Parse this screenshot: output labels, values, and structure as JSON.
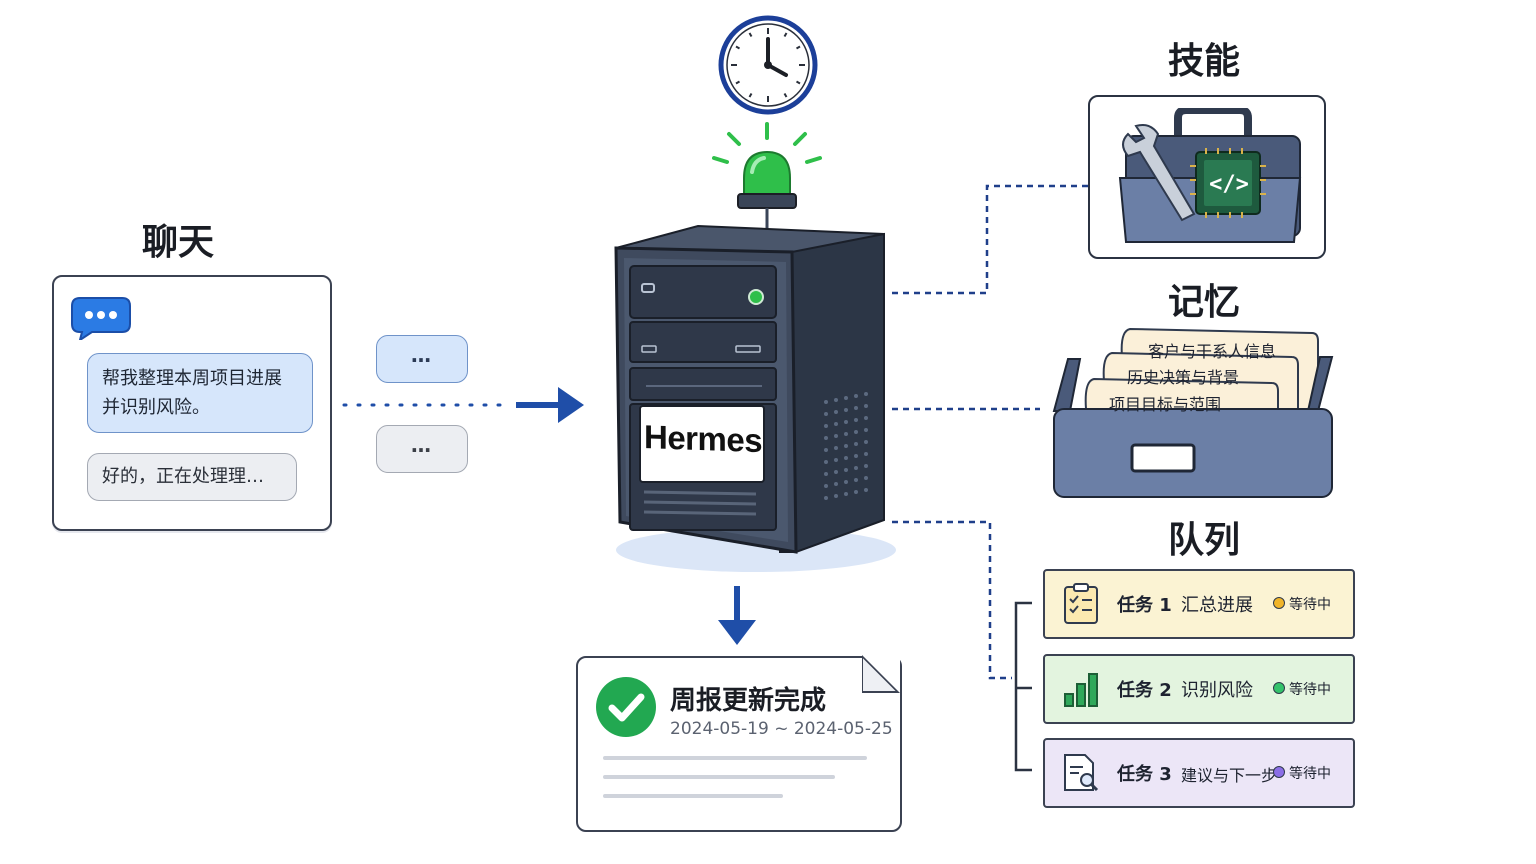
{
  "chat": {
    "title": "聊天",
    "user_message": "帮我整理本周项目进展并识别风险。",
    "bot_message": "好的，正在处理理…",
    "typing_blue": "…",
    "typing_gray": "…"
  },
  "server": {
    "label": "Hermes"
  },
  "skills": {
    "title": "技能",
    "chip_code": "</>"
  },
  "memory": {
    "title": "记忆",
    "cards": [
      "客户与干系人信息",
      "历史决策与背景",
      "项目目标与范围"
    ]
  },
  "queue": {
    "title": "队列",
    "tasks": [
      {
        "label": "任务 1",
        "name": "汇总进展",
        "status": "等待中",
        "dot_color": "#f0b429",
        "bg": "#fbf3d3",
        "icon": "clipboard-checklist-icon"
      },
      {
        "label": "任务 2",
        "name": "识别风险",
        "status": "等待中",
        "dot_color": "#34c26b",
        "bg": "#e3f4df",
        "icon": "bar-chart-icon"
      },
      {
        "label": "任务 3",
        "name": "建议与下一步",
        "status": "等待中",
        "dot_color": "#8b6ee6",
        "bg": "#ece6f7",
        "icon": "document-search-icon"
      }
    ]
  },
  "report": {
    "title": "周报更新完成",
    "date_range": "2024-05-19 ~ 2024-05-25"
  },
  "colors": {
    "arrow": "#1f4ea8",
    "connector": "#1f3f8a",
    "server_body": "#3a4558",
    "beacon": "#2fbf4a",
    "check": "#22a851"
  }
}
